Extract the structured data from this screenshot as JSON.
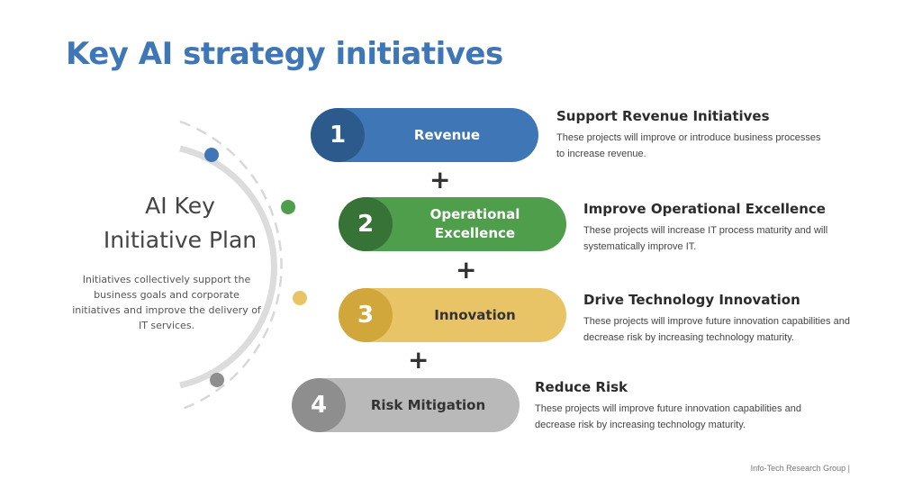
{
  "title": "Key AI strategy initiatives",
  "plan": {
    "title_line1": "AI Key",
    "title_line2": "Initiative Plan",
    "description": "Initiatives collectively support the business goals and corporate initiatives and improve the delivery of IT services."
  },
  "initiatives": [
    {
      "number": "1",
      "label_line1": "Revenue",
      "label_line2": "",
      "heading": "Support Revenue Initiatives",
      "description": "These projects will improve or introduce business processes to increase revenue.",
      "color": "#3f76b6",
      "num_color": "#2c5a8c",
      "text_color": "#ffffff"
    },
    {
      "number": "2",
      "label_line1": "Operational",
      "label_line2": "Excellence",
      "heading": "Improve Operational Excellence",
      "description": "These projects will increase IT process maturity and will systematically improve IT.",
      "color": "#4e9e4c",
      "num_color": "#377236",
      "text_color": "#ffffff"
    },
    {
      "number": "3",
      "label_line1": "Innovation",
      "label_line2": "",
      "heading": "Drive Technology Innovation",
      "description": "These projects will improve future innovation capabilities and decrease risk by increasing technology maturity.",
      "color": "#e9c466",
      "num_color": "#d1a63a",
      "text_color": "#333333"
    },
    {
      "number": "4",
      "label_line1": "Risk Mitigation",
      "label_line2": "",
      "heading": "Reduce Risk",
      "description": "These projects will improve future innovation capabilities and decrease risk by increasing technology maturity.",
      "color": "#b9b9b9",
      "num_color": "#8e8e8e",
      "text_color": "#333333"
    }
  ],
  "plus_symbol": "+",
  "footer": "Info-Tech Research Group  |",
  "colors": {
    "title": "#3f76b6",
    "arc": "#dcdcdc",
    "dot_blue": "#3f76b6",
    "dot_green": "#4e9e4c",
    "dot_yellow": "#e9c466",
    "dot_gray": "#8e8e8e"
  }
}
